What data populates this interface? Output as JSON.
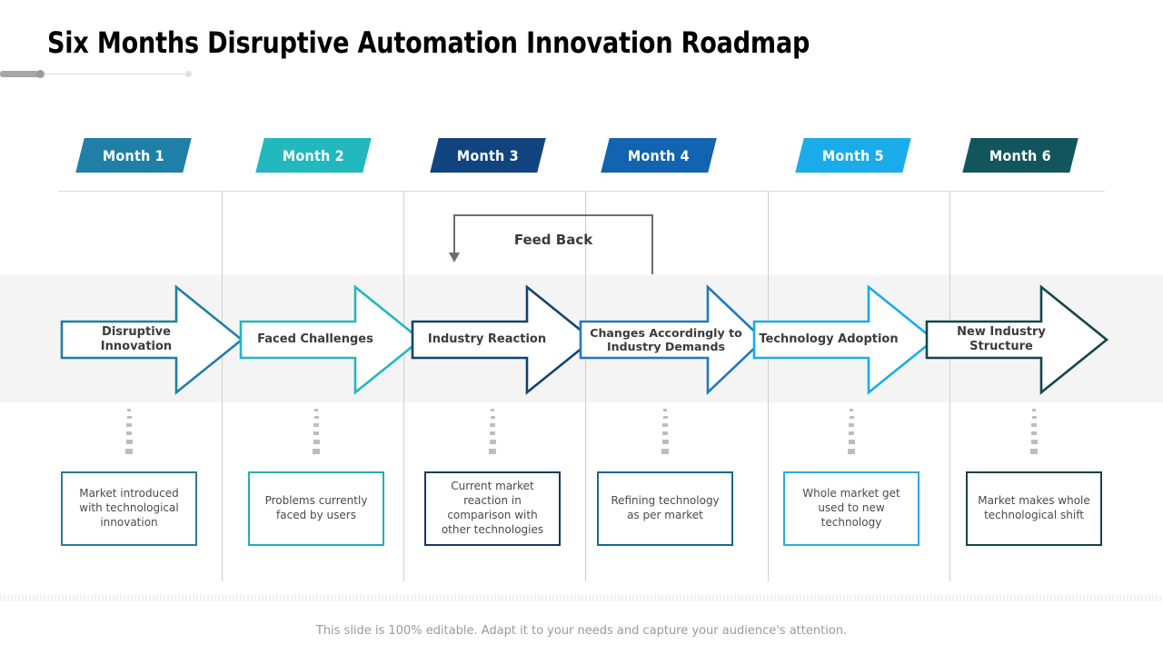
{
  "slide": {
    "title": "Six Months Disruptive Automation Innovation Roadmap",
    "footer_note": "This slide is 100% editable. Adapt it to your needs and capture your audience's attention.",
    "feedback_label": "Feed Back"
  },
  "colors": {
    "month1": "#1f7fa6",
    "month2": "#22b8bd",
    "month3": "#11447f",
    "month4": "#1263b0",
    "month5": "#1aace8",
    "month6": "#13555c",
    "band": "#f4f4f4",
    "gridline": "#d8d8d8",
    "feedback": "#6d6d6d",
    "text_dark": "#3b3b3b",
    "text_body": "#4a4a4a",
    "footer_text": "#9a9a9a"
  },
  "columns": [
    {
      "month_label": "Month 1",
      "badge_color": "#1f7fa6",
      "arrow_label": "Disruptive Innovation",
      "arrow_color": "#1f7fa6",
      "box_text": "Market introduced with technological innovation",
      "box_color": "#2b7b97"
    },
    {
      "month_label": "Month 2",
      "badge_color": "#22b8bd",
      "arrow_label": "Faced Challenges",
      "arrow_color": "#22b8bd",
      "box_text": "Problems currently faced by users",
      "box_color": "#22b0b4"
    },
    {
      "month_label": "Month 3",
      "badge_color": "#11447f",
      "arrow_label": "Industry Reaction",
      "arrow_color": "#12436f",
      "box_text": "Current market reaction in comparison with other technologies",
      "box_color": "#16395f"
    },
    {
      "month_label": "Month 4",
      "badge_color": "#1263b0",
      "arrow_label": "Changes Accordingly to Industry Demands",
      "arrow_color": "#2079c0",
      "box_text": "Refining technology as per market",
      "box_color": "#19688e"
    },
    {
      "month_label": "Month 5",
      "badge_color": "#1aace8",
      "arrow_label": "Technology Adoption",
      "arrow_color": "#1aace8",
      "box_text": "Whole market get used to new technology",
      "box_color": "#29ace0"
    },
    {
      "month_label": "Month 6",
      "badge_color": "#13555c",
      "arrow_label": "New Industry Structure",
      "arrow_color": "#15464c",
      "box_text": "Market makes whole technological shift",
      "box_color": "#164348"
    }
  ]
}
